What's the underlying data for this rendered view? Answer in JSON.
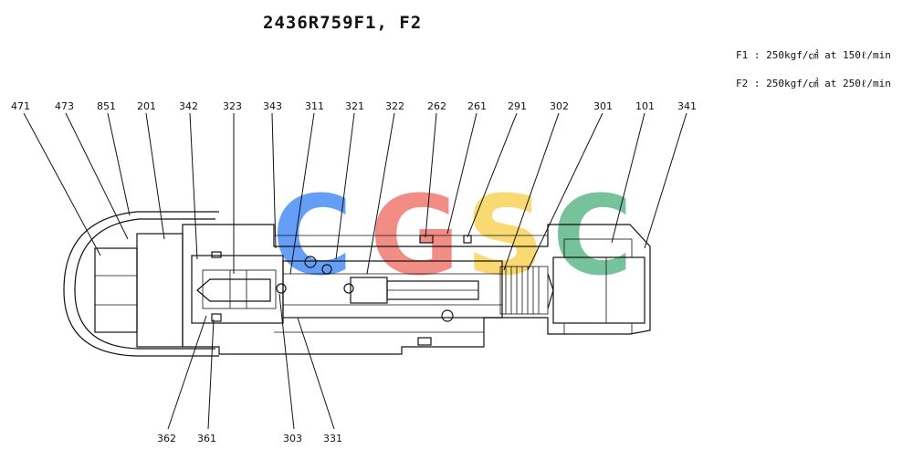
{
  "title": "2436R759F1, F2",
  "specs": [
    "F1 : 250kgf/㎠ at 150ℓ/min",
    "F2 : 250kgf/㎠ at 250ℓ/min"
  ],
  "watermark": {
    "letters": [
      "C",
      "G",
      "S",
      "C"
    ],
    "colors": [
      "#4a8ef5",
      "#f07a72",
      "#f7d35a",
      "#5fb88a"
    ]
  },
  "labels_top": [
    "471",
    "473",
    "851",
    "201",
    "342",
    "323",
    "343",
    "311",
    "321",
    "322",
    "262",
    "261",
    "291",
    "302",
    "301",
    "101",
    "341"
  ],
  "labels_bottom": [
    "362",
    "361",
    "303",
    "331"
  ]
}
